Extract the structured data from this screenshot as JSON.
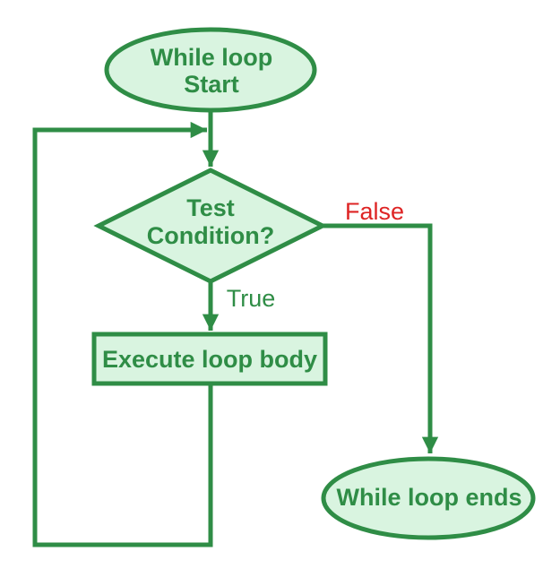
{
  "diagram": {
    "type": "flowchart",
    "nodes": {
      "start": {
        "shape": "ellipse",
        "line1": "While loop",
        "line2": "Start"
      },
      "condition": {
        "shape": "diamond",
        "line1": "Test",
        "line2": "Condition?"
      },
      "body": {
        "shape": "rectangle",
        "label": "Execute loop body"
      },
      "end": {
        "shape": "ellipse",
        "label": "While loop ends"
      }
    },
    "edges": {
      "true_branch": {
        "label": "True"
      },
      "false_branch": {
        "label": "False"
      }
    },
    "colors": {
      "stroke_green": "#2f8d46",
      "fill_light_green": "#d9f4e0",
      "text_green": "#2f8d46",
      "false_label_red": "#de2424",
      "true_label_green": "#2f8d46",
      "background": "#ffffff"
    }
  }
}
